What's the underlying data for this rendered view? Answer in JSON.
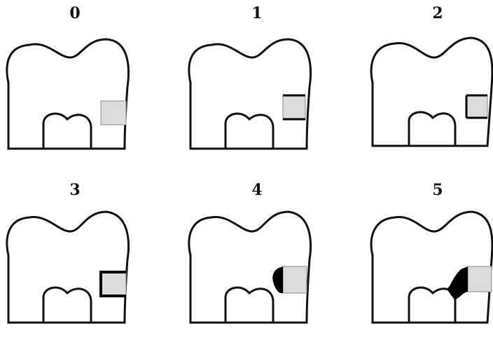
{
  "panels": [
    {
      "label": "0"
    },
    {
      "label": "1"
    },
    {
      "label": "2"
    },
    {
      "label": "3"
    },
    {
      "label": "4"
    },
    {
      "label": "5"
    }
  ],
  "colors": {
    "outline": "#111111",
    "restoration": "#dcdcdc",
    "lesion": "#000000"
  }
}
